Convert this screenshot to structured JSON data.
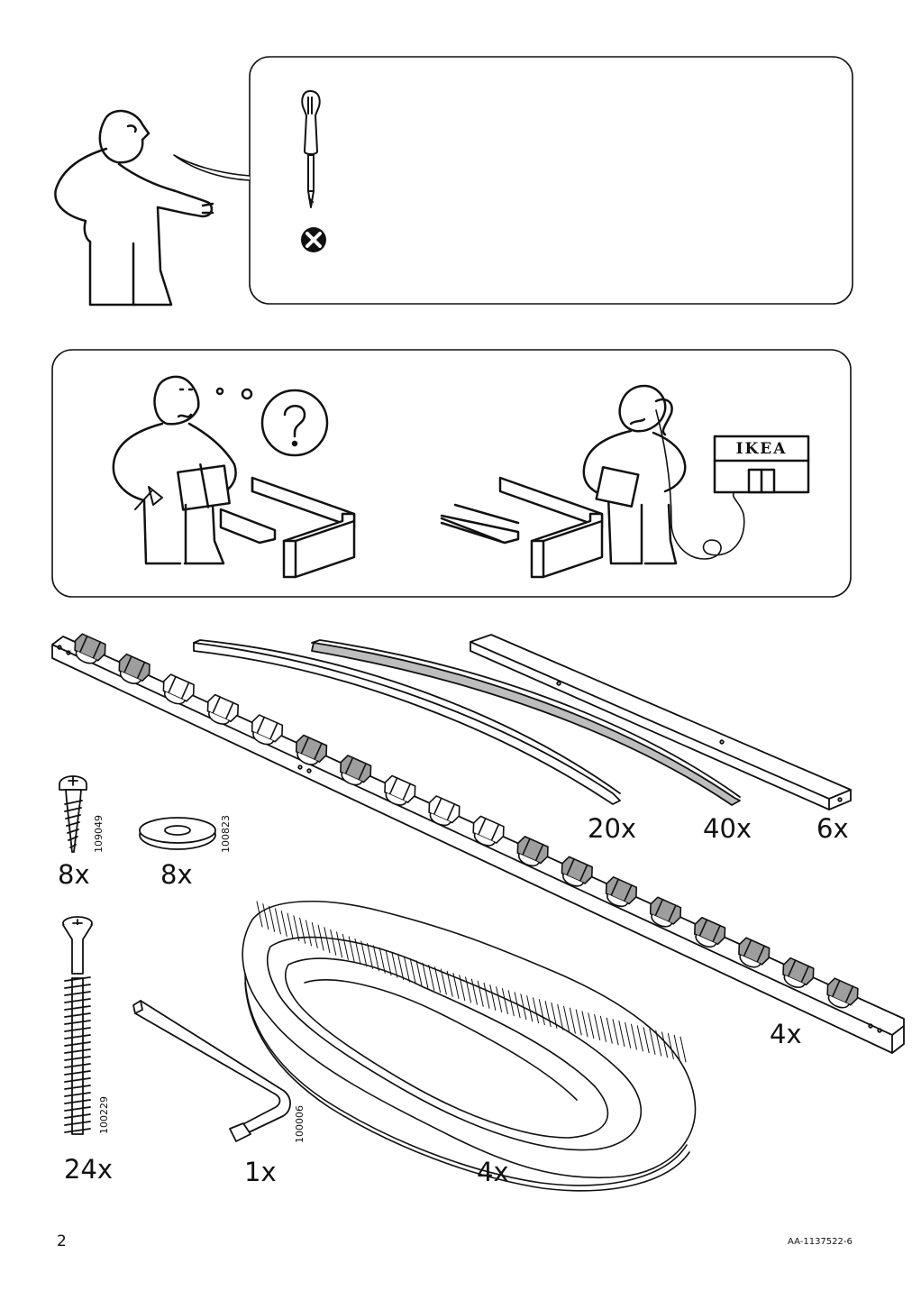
{
  "page": {
    "number": "2",
    "doc_id": "AA-1137522-6"
  },
  "panels": {
    "tools": {
      "icons": [
        "man-pointing-icon",
        "screwdriver-icon",
        "not-allowed-icon"
      ]
    },
    "help": {
      "sign_text": "IKEA",
      "icons": [
        "confused-man-icon",
        "thought-bubble-icon",
        "question-mark-icon",
        "phone-man-icon",
        "ikea-store-icon"
      ]
    }
  },
  "parts": [
    {
      "id": "slat-20",
      "qty": "20x"
    },
    {
      "id": "slat-40",
      "qty": "40x"
    },
    {
      "id": "beam-6",
      "qty": "6x"
    },
    {
      "id": "screw-109049",
      "part_no": "109049",
      "qty": "8x"
    },
    {
      "id": "washer-100823",
      "part_no": "100823",
      "qty": "8x"
    },
    {
      "id": "holder-rail",
      "qty": "4x"
    },
    {
      "id": "bolt-100229",
      "part_no": "100229",
      "qty": "24x"
    },
    {
      "id": "allen-key-100006",
      "part_no": "100006",
      "qty": "1x"
    },
    {
      "id": "strap-roll",
      "qty": "4x"
    }
  ]
}
